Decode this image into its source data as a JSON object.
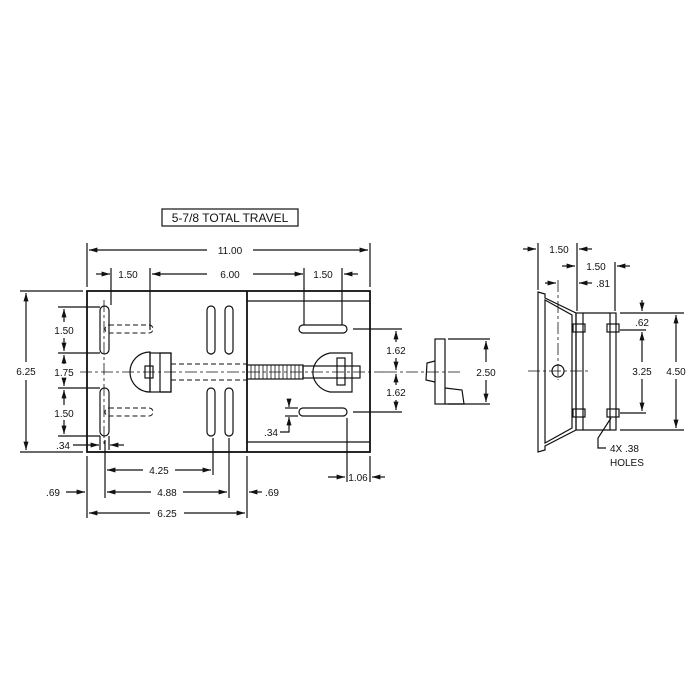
{
  "title": "5-7/8 TOTAL TRAVEL",
  "top_view": {
    "overall_length": "11.00",
    "slot_span_left": "1.50",
    "slot_center_span": "6.00",
    "slot_span_right": "1.50",
    "overall_height": "6.25",
    "slot_len_upper": "1.50",
    "slot_gap": "1.75",
    "slot_len_lower": "1.50",
    "slot_width_left": ".34",
    "dim_4_25": "4.25",
    "dim_4_88": "4.88",
    "edge_left": ".69",
    "edge_right": ".69",
    "base_length": "6.25",
    "slot_width_right": ".34",
    "offset_1_06": "1.06",
    "upper_offset": "1.62",
    "lower_offset": "1.62"
  },
  "clamp_view": {
    "height": "2.50"
  },
  "side_view": {
    "dim_top": "1.50",
    "dim_mid": "1.50",
    "dim_81": ".81",
    "dim_62": ".62",
    "hole_spacing": "3.25",
    "overall": "4.50",
    "holes_note_1": "4X .38",
    "holes_note_2": "HOLES"
  }
}
